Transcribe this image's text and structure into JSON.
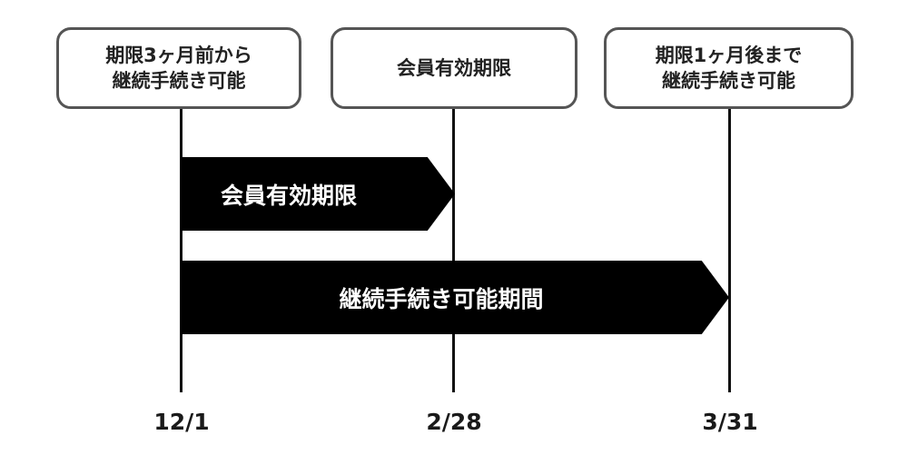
{
  "callouts": {
    "start": {
      "line1": "期限3ヶ月前から",
      "line2": "継続手続き可能"
    },
    "mid": {
      "line1": "会員有効期限"
    },
    "end": {
      "line1": "期限1ヶ月後まで",
      "line2": "継続手続き可能"
    }
  },
  "arrows": {
    "membership_label": "会員有効期限",
    "renewal_label": "継続手続き可能期間"
  },
  "dates": {
    "start": "12/1",
    "mid": "2/28",
    "end": "3/31"
  }
}
